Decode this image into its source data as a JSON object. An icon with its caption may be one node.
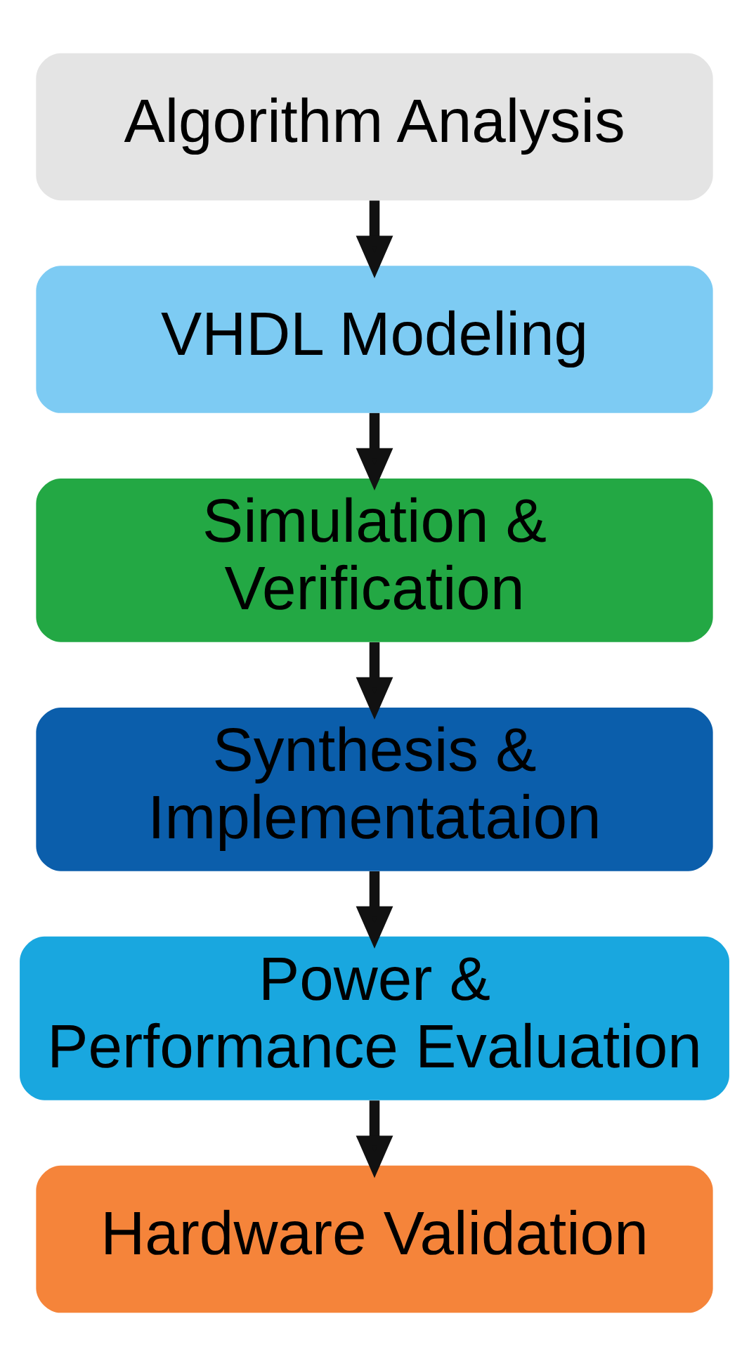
{
  "diagram": {
    "nodes": [
      {
        "text": [
          "Algorithm Analysis"
        ]
      },
      {
        "text": [
          "VHDL Modeling"
        ]
      },
      {
        "text": [
          "Simulation & Verification"
        ]
      },
      {
        "text": [
          "Synthesis & Implementataion"
        ]
      },
      {
        "text": [
          "Power & Performance Evaluation"
        ]
      },
      {
        "text": [
          "Hardware Validation"
        ]
      }
    ],
    "edges": [
      {
        "from": 0,
        "to": 1,
        "arrow": "to"
      },
      {
        "from": 1,
        "to": 2,
        "arrow": "to"
      },
      {
        "from": 2,
        "to": 3,
        "arrow": "to"
      },
      {
        "from": 3,
        "to": 4,
        "arrow": "to"
      },
      {
        "from": 4,
        "to": 5,
        "arrow": "to"
      }
    ]
  }
}
